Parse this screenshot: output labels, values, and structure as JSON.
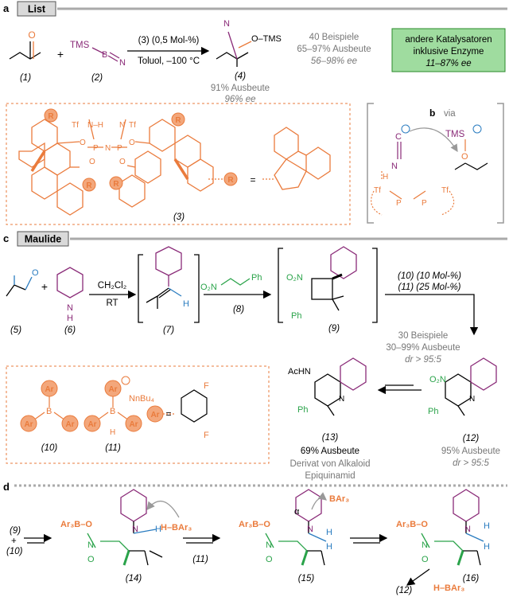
{
  "sections": {
    "a": {
      "letter": "a",
      "title": "List"
    },
    "c": {
      "letter": "c",
      "title": "Maulide"
    },
    "d": {
      "letter": "d"
    }
  },
  "colors": {
    "orange": "#ea7b3c",
    "purple": "#8a2b78",
    "green": "#2aa34a",
    "blue": "#2a7cc0",
    "box_green": "#9fdc9f",
    "gray": "#777777"
  },
  "part_a": {
    "cmpd1": "(1)",
    "plus": "+",
    "tms_cn": "TMS",
    "cmpd2": "(2)",
    "arrow_top": "(3) (0,5 Mol-%)",
    "arrow_bottom": "Toluol, –100 °C",
    "product_n": "N",
    "product_o": "O–TMS",
    "cmpd4": "(4)",
    "yield": "91% Ausbeute",
    "ee": "96% ee",
    "scope_1": "40 Beispiele",
    "scope_2": "65–97% Ausbeute",
    "scope_3": "56–98% ee",
    "box_1": "andere Katalysatoren",
    "box_2": "inklusive Enzyme",
    "box_3": "11–87% ee",
    "catalyst_tf1": "Tf",
    "catalyst_tf2": "Tf",
    "catalyst_nh": "N–H",
    "catalyst_n": "N",
    "catalyst_o": "O",
    "catalyst_p": "P",
    "catalyst_r": "R",
    "cmpd3": "(3)",
    "equals": "=",
    "via_b": "b",
    "via_text": "via",
    "via_tms": "TMS",
    "via_o": "O",
    "via_n": "N",
    "via_c": "C",
    "via_tf": "Tf",
    "via_h": "H",
    "via_p": "P"
  },
  "part_c": {
    "cmpd5": "(5)",
    "cmpd6": "(6)",
    "nh_n": "N",
    "nh_h": "H",
    "arrow1_top": "CH₂Cl₂",
    "arrow1_bottom": "RT",
    "cmpd7": "(7)",
    "h_label": "H",
    "nitro": "O₂N",
    "ph": "Ph",
    "cmpd8": "(8)",
    "cmpd9": "(9)",
    "cat10": "(10) (10 Mol-%)",
    "cat11": "(11) (25 Mol-%)",
    "scope_1": "30 Beispiele",
    "scope_2": "30–99% Ausbeute",
    "scope_3": "dr > 95:5",
    "cmpd12": "(12)",
    "yield12": "95% Ausbeute",
    "dr12": "dr > 95:5",
    "cmpd13": "(13)",
    "yield13": "69% Ausbeute",
    "deriv_1": "Derivat von Alkaloid",
    "deriv_2": "Epiquinamid",
    "achn": "AcHN",
    "ar": "Ar",
    "b_label": "B",
    "nnbu4": "NnBu₄",
    "cmpd10": "(10)",
    "cmpd11": "(11)",
    "f_label": "F"
  },
  "part_d": {
    "start_9": "(9)",
    "plus": "+",
    "start_10": "(10)",
    "ar3b_o": "Ar₃B–O",
    "o_minus": "O",
    "n_plus": "N",
    "h_bar3": "H–BAr₃",
    "cmpd11": "(11)",
    "cmpd14": "(14)",
    "cmpd15": "(15)",
    "cmpd16": "(16)",
    "cmpd12": "(12)",
    "bar3": "BAr₃",
    "alpha": "α",
    "h": "H",
    "hbar3_end": "H–BAr₃"
  }
}
